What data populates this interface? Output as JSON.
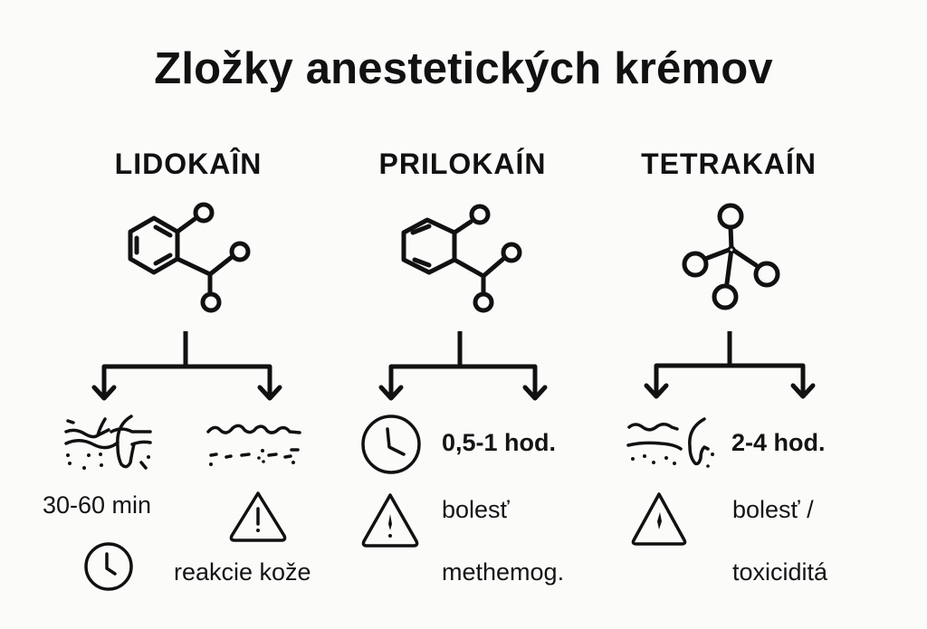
{
  "title": "Zložky anestetických krémov",
  "colors": {
    "background": "#fbfbfa",
    "ink": "#111111"
  },
  "drugs": [
    {
      "name": "LIDOKAÎN",
      "molecule_icon": "benzene-ring-with-branches",
      "branches": [
        {
          "icon": "skin-layers-hair-follicle-icon",
          "text": "30-60 min",
          "sub_icon": "clock-icon"
        },
        {
          "icon": "skin-surface-icon",
          "text": "reakcie kože",
          "sub_icon": "warning-triangle-icon"
        }
      ]
    },
    {
      "name": "PRILOKAÍN",
      "molecule_icon": "cyclohexadiene-ring-with-branches",
      "branches": [
        {
          "icon": "clock-icon",
          "text": "0,5-1 hod."
        },
        {
          "icon": "warning-triangle-icon",
          "text": "bolesť",
          "text2": "methemog."
        }
      ]
    },
    {
      "name": "TETRAKAÍN",
      "molecule_icon": "four-node-star-molecule",
      "branches": [
        {
          "icon": "skin-layers-hair-follicle-icon",
          "text": "2-4 hod."
        },
        {
          "icon": "warning-triangle-icon",
          "text": "bolesť /",
          "text2": "toxiciditá"
        }
      ]
    }
  ]
}
